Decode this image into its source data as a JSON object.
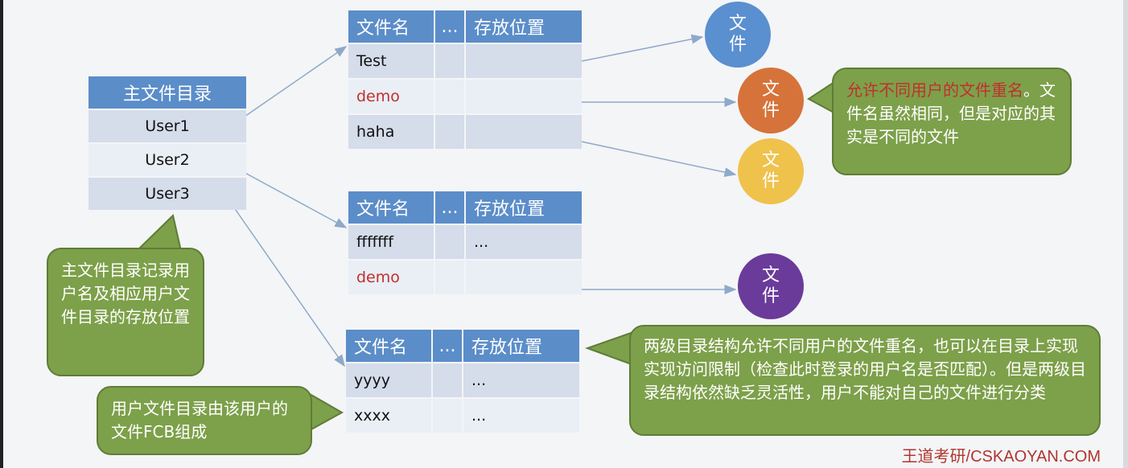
{
  "master": {
    "header": "主文件目录",
    "rows": [
      "User1",
      "User2",
      "User3"
    ]
  },
  "table1": {
    "headers": [
      "文件名",
      "...",
      "存放位置"
    ],
    "rows": [
      {
        "name": "Test",
        "mid": "",
        "loc": ""
      },
      {
        "name": "demo",
        "mid": "",
        "loc": ""
      },
      {
        "name": "haha",
        "mid": "",
        "loc": ""
      }
    ]
  },
  "table2": {
    "headers": [
      "文件名",
      "...",
      "存放位置"
    ],
    "rows": [
      {
        "name": "fffffff",
        "mid": "",
        "loc": "..."
      },
      {
        "name": "demo",
        "mid": "",
        "loc": ""
      }
    ]
  },
  "table3": {
    "headers": [
      "文件名",
      "...",
      "存放位置"
    ],
    "rows": [
      {
        "name": "yyyy",
        "mid": "",
        "loc": "..."
      },
      {
        "name": "xxxx",
        "mid": "",
        "loc": "..."
      }
    ]
  },
  "circles": {
    "blue": "文件",
    "orange": "文件",
    "yellow": "文件",
    "purple": "文件"
  },
  "callouts": {
    "master_note": "主文件目录记录用户名及相应用户文件目录的存放位置",
    "ufd_note": "用户文件目录由该用户的文件FCB组成",
    "rename_note_red": "允许不同用户的文件重名",
    "rename_note_rest": "。文件名虽然相同，但是对应的其实是不同的文件",
    "summary_note": "两级目录结构允许不同用户的文件重名，也可以在目录上实现实现访问限制（检查此时登录的用户名是否匹配）。但是两级目录结构依然缺乏灵活性，用户不能对自己的文件进行分类"
  },
  "watermark": "王道考研/CSKAOYAN.COM",
  "colors": {
    "header_blue": "#5b8dc9",
    "callout_green": "#7da04a",
    "circle_blue": "#5a8fd0",
    "circle_orange": "#d6733a",
    "circle_yellow": "#efc24c",
    "circle_purple": "#6a3b9a",
    "highlight_red": "#c0302c"
  }
}
